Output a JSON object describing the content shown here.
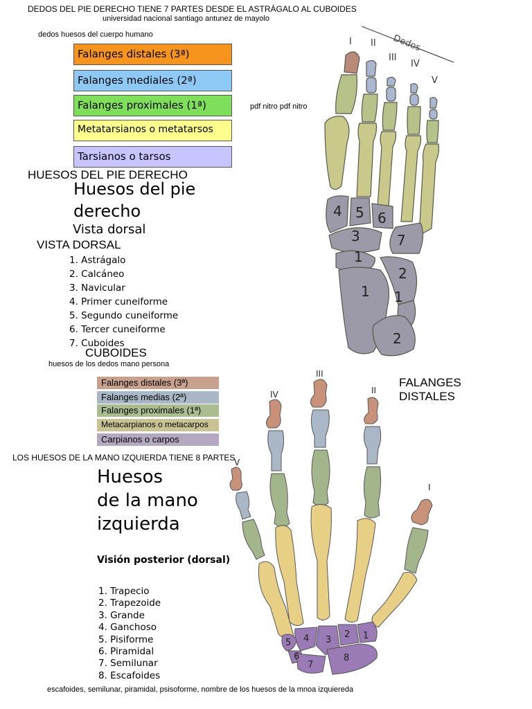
{
  "header": {
    "title": "DEDOS DEL PIE DERECHO TIENE 7 PARTES DESDE EL ASTRÁGALO AL CUBOIDES",
    "university": "universidad nacional santiago antunez de mayolo",
    "subtitle": "dedos huesos del cuerpo humano"
  },
  "foot_legend": [
    {
      "label": "Falanges distales (3ª)",
      "color": "#f7941d"
    },
    {
      "label": "Falanges mediales (2ª)",
      "color": "#8ec9f5"
    },
    {
      "label": "Falanges proximales (1ª)",
      "color": "#7ee05a"
    },
    {
      "label": "Metatarsianos o metatarsos",
      "color": "#ffff8e"
    },
    {
      "label": "Tarsianos o tarsos",
      "color": "#c7c4ff"
    }
  ],
  "pdf_note": "pdf nitro pdf nitro",
  "foot": {
    "heading_caps": "HUESOS DEL PIE DERECHO",
    "heading_line1": "Huesos del pie",
    "heading_line2": "derecho",
    "view": "Vista dorsal",
    "view_caps": "VISTA DORSAL",
    "bones": [
      "1. Astrágalo",
      "2. Calcáneo",
      "3. Navicular",
      "4. Primer cuneiforme",
      "5. Segundo cuneiforme",
      "6. Tercer cuneiforme",
      "7. Cuboides"
    ],
    "footer_caps": "CUBOIDES",
    "toes_label": "Dedos",
    "toe_numerals": [
      "I",
      "II",
      "III",
      "IV",
      "V"
    ],
    "bone_numbers": [
      "4",
      "5",
      "6",
      "3",
      "7",
      "1",
      "2",
      "1",
      "1",
      "2"
    ]
  },
  "hand": {
    "intro": "huesos de los dedos mano persona",
    "legend": [
      {
        "label": "Falanges distales (3ª)",
        "color": "#c8a08e"
      },
      {
        "label": "Falanges medias (2ª)",
        "color": "#a9b7c6"
      },
      {
        "label": "Falanges proximales (1ª)",
        "color": "#a9bd90"
      },
      {
        "label": "Metacarpianos o metacarpos",
        "color": "#c9c293"
      },
      {
        "label": "Carpianos o carpos",
        "color": "#b4a9c0"
      }
    ],
    "distales_caps_1": "FALANGES",
    "distales_caps_2": "DISTALES",
    "left_hand_caps": "LOS HUESOS DE LA MANO IZQUIERDA TIENE 8 PARTES",
    "heading_line1": "Huesos",
    "heading_line2": "de la mano",
    "heading_line3": "izquierda",
    "view": "Visión posterior (dorsal)",
    "bones": [
      "1. Trapecio",
      "2. Trapezoide",
      "3. Grande",
      "4. Ganchoso",
      "5. Pisiforme",
      "6. Piramidal",
      "7. Semilunar",
      "8. Escafoides"
    ],
    "finger_numerals": [
      "I",
      "II",
      "III",
      "IV",
      "V"
    ],
    "carpal_numbers": [
      "1",
      "2",
      "3",
      "4",
      "5",
      "6",
      "7",
      "8"
    ],
    "footer": "escafoides, semilunar, piramidal, psisoforme, nombre de los huesos de la mnoa izquiereda"
  }
}
